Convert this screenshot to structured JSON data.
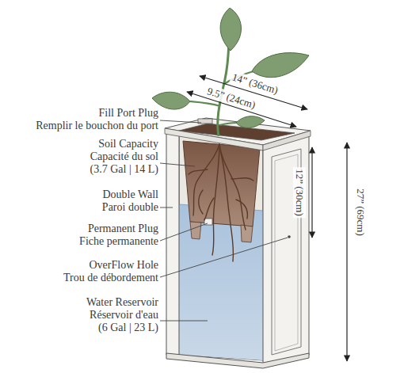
{
  "diagram": {
    "labels": [
      "Fill Port Plug",
      "Remplir le bouchon du port",
      "Soil Capacity",
      "Capacité du sol",
      "(3.7 Gal | 14 L)",
      "Double Wall",
      "Paroi double",
      "Permanent Plug",
      "Fiche permanente",
      "OverFlow Hole",
      "Trou de débordement",
      "Water Reservoir",
      "Réservoir d'eau",
      "(6 Gal | 23 L)",
      "14” (36cm)",
      "9.5” (24cm)",
      "12” (30cm)",
      "27” (69cm)"
    ]
  }
}
